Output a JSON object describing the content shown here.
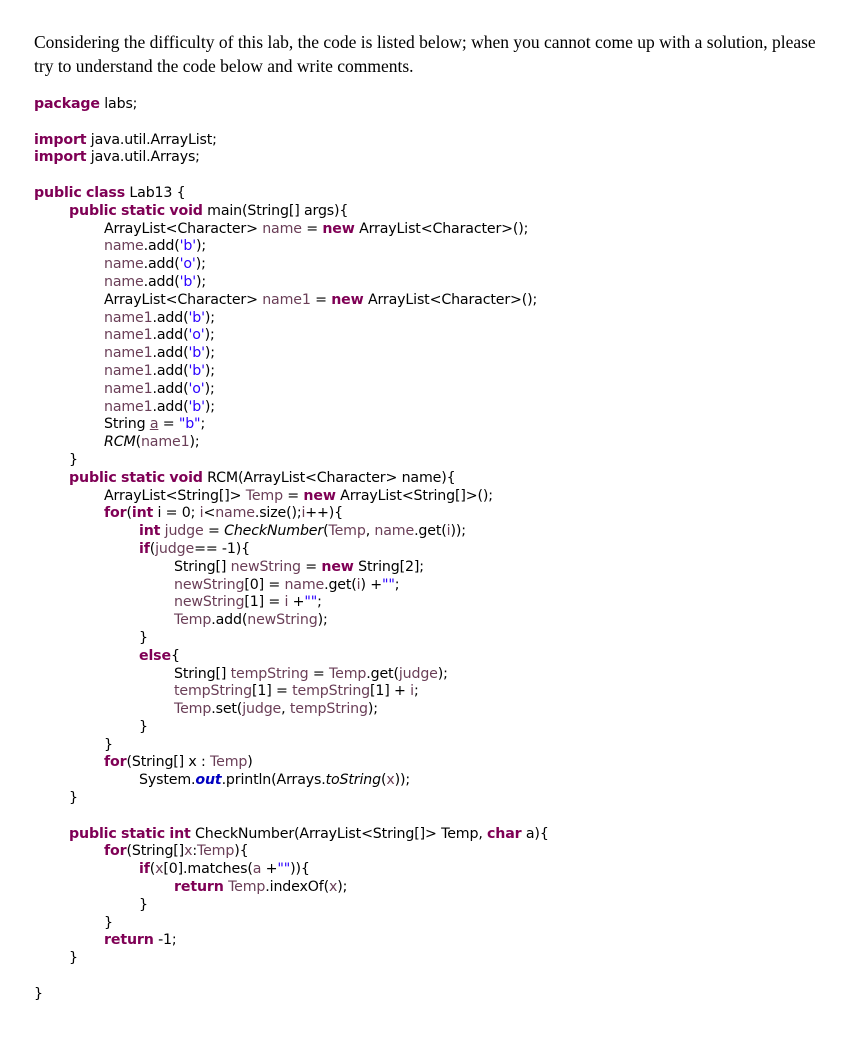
{
  "intro": "Considering the difficulty of this lab, the code is listed below; when you cannot come up with a solution, please try to understand the code below and write comments.",
  "code_lines": [
    "package labs;",
    "",
    "import java.util.ArrayList;",
    "import java.util.Arrays;",
    "",
    "public class Lab13 {",
    "public static void main(String[] args){",
    "ArrayList<Character> name = new ArrayList<Character>();",
    "name.add('b');",
    "name.add('o');",
    "name.add('b');",
    "ArrayList<Character> name1 = new ArrayList<Character>();",
    "name1.add('b');",
    "name1.add('o');",
    "name1.add('b');",
    "name1.add('b');",
    "name1.add('o');",
    "name1.add('b');",
    "String a = \"b\";",
    "RCM(name1);",
    "}",
    "public static void RCM(ArrayList<Character> name){",
    "ArrayList<String[]> Temp = new ArrayList<String[]>();",
    "for(int i = 0; i<name.size();i++){",
    "int judge = CheckNumber(Temp, name.get(i));",
    "if(judge== -1){",
    "String[] newString = new String[2];",
    "newString[0] = name.get(i) +\"\";",
    "newString[1] = i +\"\";",
    "Temp.add(newString);",
    "}",
    "else{",
    "String[] tempString = Temp.get(judge);",
    "tempString[1] = tempString[1] + i;",
    "Temp.set(judge, tempString);",
    "}",
    "}",
    "for(String[] x : Temp)",
    "System.out.println(Arrays.toString(x));",
    "}",
    "",
    "public static int CheckNumber(ArrayList<String[]> Temp, char a){",
    "for(String[]x:Temp){",
    "if(x[0].matches(a +\"\")){",
    "return Temp.indexOf(x);",
    "}",
    "}",
    "return -1;",
    "}",
    "",
    "}"
  ]
}
